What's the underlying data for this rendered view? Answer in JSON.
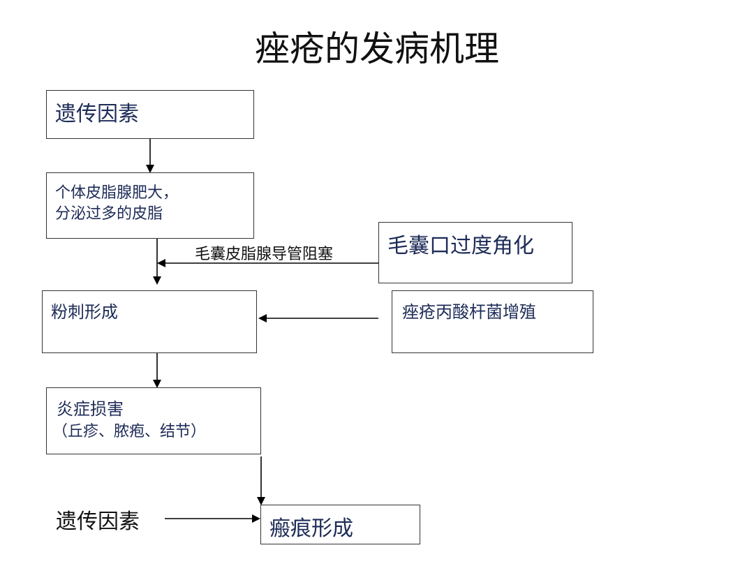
{
  "title": "痤疮的发病机理",
  "nodes": {
    "genetics": "遗传因素",
    "sebaceous": {
      "line1": "个体皮脂腺肥大，",
      "line2": "分泌过多的皮脂"
    },
    "keratinization": "毛囊口过度角化",
    "comedone": "粉刺形成",
    "bacteria": "痤疮丙酸杆菌增殖",
    "inflammation": {
      "line1": "炎症损害",
      "line2": "（丘疹、脓疱、结节）"
    },
    "scar": "瘢痕形成"
  },
  "labels": {
    "duct_block": "毛囊皮脂腺导管阻塞",
    "genetics_free": "遗传因素"
  }
}
